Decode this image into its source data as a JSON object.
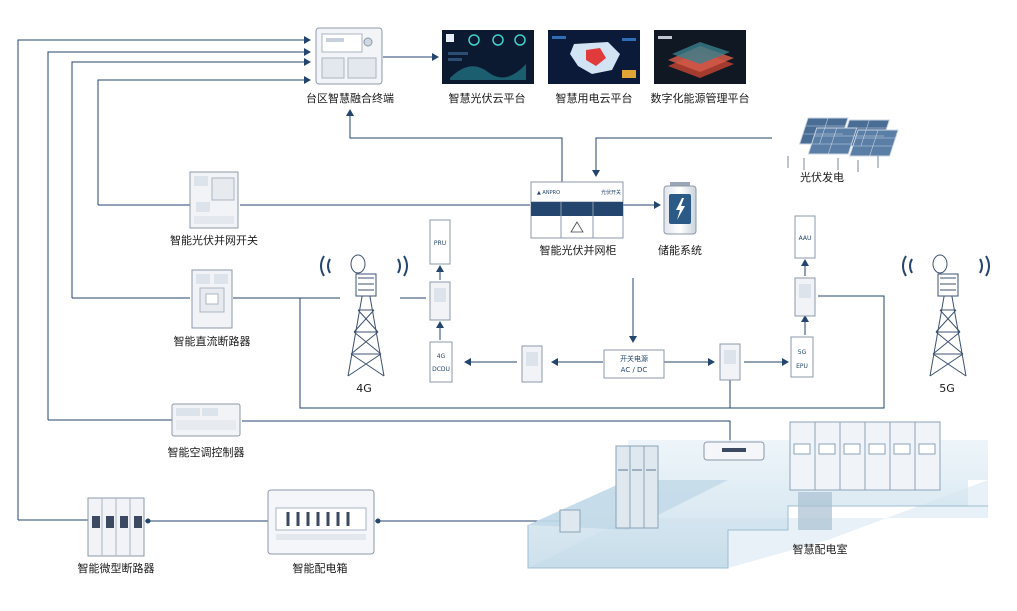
{
  "labels": {
    "terminal": "台区智慧融合终端",
    "pv_cloud": "智慧光伏云平台",
    "power_cloud": "智慧用电云平台",
    "energy_platform": "数字化能源管理平台",
    "pv_generation": "光伏发电",
    "pv_grid_switch": "智能光伏并网开关",
    "pv_grid_cabinet": "智能光伏并网柜",
    "storage": "储能系统",
    "dc_breaker": "智能直流断路器",
    "tower_4g": "4G",
    "tower_5g": "5G",
    "ac_controller": "智能空调控制器",
    "micro_breaker": "智能微型断路器",
    "distribution_box": "智能配电箱",
    "power_room": "智慧配电室"
  },
  "boxes": {
    "pru": "PRU",
    "aau": "AAU",
    "dcdu_top": "4G",
    "dcdu_bottom": "DCDU",
    "epu_top": "5G",
    "epu_bottom": "EPU",
    "switch_power_1": "开关电源",
    "switch_power_2": "AC / DC"
  },
  "colors": {
    "line": "#24466e",
    "device": "#eef2f7",
    "device_stroke": "#8da0b8",
    "room": "#cfe3ef",
    "screen_bg": "#0b1a30"
  },
  "icons": [
    "solar-panel-icon",
    "antenna-tower-icon",
    "battery-icon",
    "air-conditioner-icon",
    "electric-cabinet-icon",
    "breaker-icon"
  ]
}
